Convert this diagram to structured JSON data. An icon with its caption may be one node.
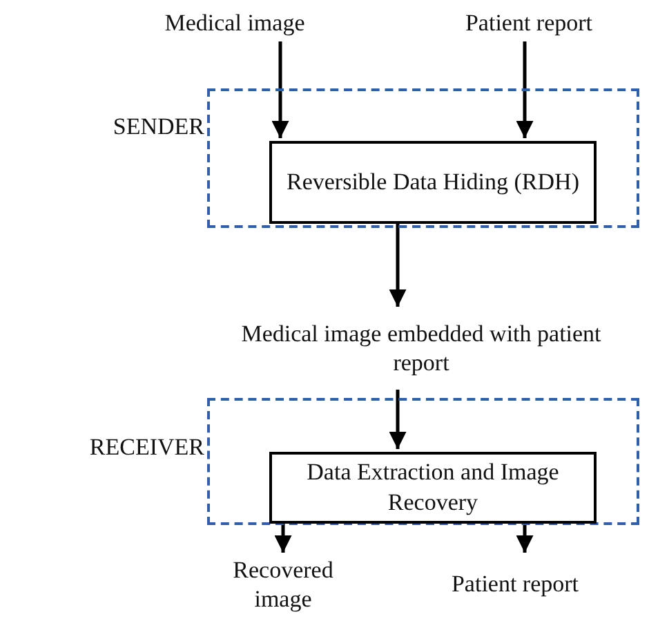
{
  "diagram": {
    "nodes": [
      {
        "text": [
          "Medical image"
        ]
      },
      {
        "text": [
          "Patient report"
        ]
      },
      {
        "text": [
          "SENDER"
        ]
      },
      {
        "text": [
          "Reversible Data Hiding (RDH)"
        ],
        "in": 2
      },
      {
        "text": [
          "Medical image embedded with patient report"
        ]
      },
      {
        "text": [
          "RECEIVER"
        ]
      },
      {
        "text": [
          "Data Extraction and Image Recovery"
        ],
        "in": 5
      },
      {
        "text": [
          "Recovered image"
        ]
      },
      {
        "text": [
          "Patient report"
        ]
      }
    ],
    "edges": [
      {
        "from": 0,
        "to": 3,
        "arrow": "to"
      },
      {
        "from": 1,
        "to": 3,
        "arrow": "to"
      },
      {
        "from": 3,
        "to": 4,
        "arrow": "to"
      },
      {
        "from": 4,
        "to": 6,
        "arrow": "to"
      },
      {
        "from": 6,
        "to": 7,
        "arrow": "to"
      },
      {
        "from": 6,
        "to": 8,
        "arrow": "to"
      }
    ]
  }
}
